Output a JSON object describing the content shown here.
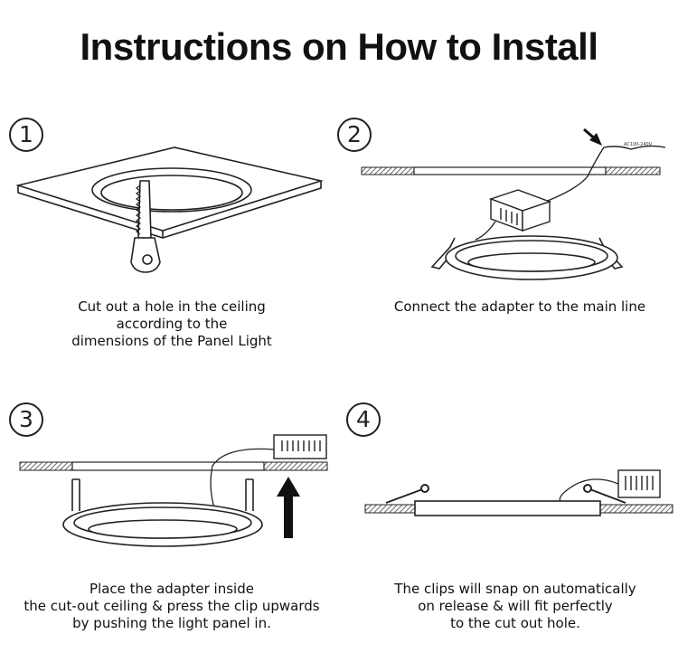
{
  "title": "Instructions on How to Install",
  "steps": [
    {
      "number": "1",
      "caption": "Cut out a hole in the ceiling\naccording to the\ndimensions of the Panel Light"
    },
    {
      "number": "2",
      "caption": "Connect the adapter to the main line"
    },
    {
      "number": "3",
      "caption": "Place the adapter inside\nthe cut-out ceiling & press the clip upwards\nby pushing the light panel in."
    },
    {
      "number": "4",
      "caption": "The clips will snap on automatically\non release & will fit perfectly\nto the cut out hole."
    }
  ],
  "icons": [
    "saw-icon",
    "adapter-box-icon",
    "up-arrow-icon",
    "pointer-arrow-icon"
  ]
}
